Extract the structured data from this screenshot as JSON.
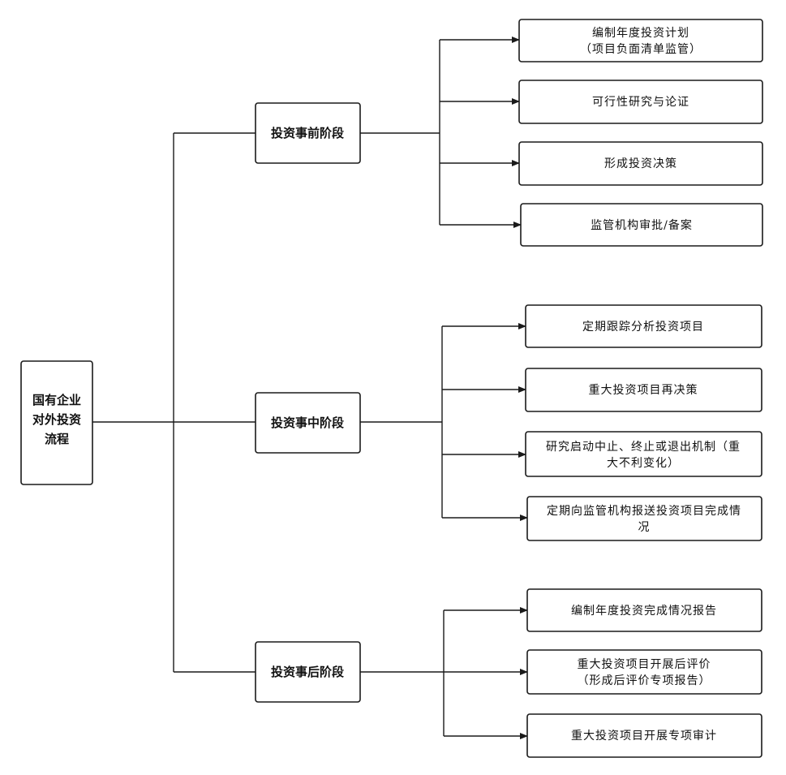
{
  "root": {
    "lines": [
      "国有企业",
      "对外投资",
      "流程"
    ]
  },
  "stages": [
    {
      "title": "投资事前阶段",
      "items": [
        {
          "lines": [
            "编制年度投资计划",
            "（项目负面清单监管）"
          ]
        },
        {
          "lines": [
            "可行性研究与论证"
          ]
        },
        {
          "lines": [
            "形成投资决策"
          ]
        },
        {
          "lines": [
            "监管机构审批/备案"
          ]
        }
      ]
    },
    {
      "title": "投资事中阶段",
      "items": [
        {
          "lines": [
            "定期跟踪分析投资项目"
          ]
        },
        {
          "lines": [
            "重大投资项目再决策"
          ]
        },
        {
          "lines": [
            "研究启动中止、终止或退出机制（重",
            "大不利变化）"
          ]
        },
        {
          "lines": [
            "定期向监管机构报送投资项目完成情",
            "况"
          ]
        }
      ]
    },
    {
      "title": "投资事后阶段",
      "items": [
        {
          "lines": [
            "编制年度投资完成情况报告"
          ]
        },
        {
          "lines": [
            "重大投资项目开展后评价",
            "（形成后评价专项报告）"
          ]
        },
        {
          "lines": [
            "重大投资项目开展专项审计"
          ]
        }
      ]
    }
  ]
}
